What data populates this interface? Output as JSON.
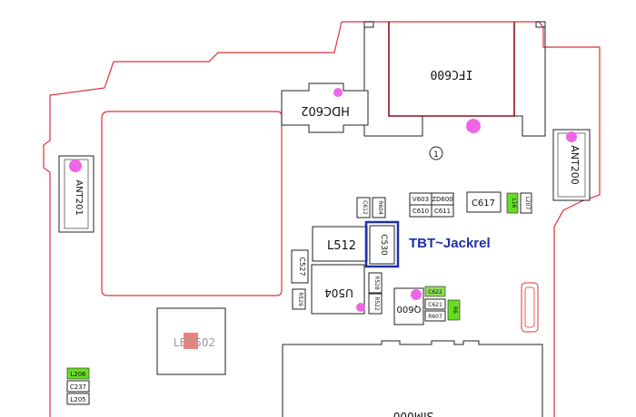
{
  "board": {
    "outline_color": "#e0303a",
    "component_outline_color": "#222222",
    "highlight_box_color": "#1f2fa8",
    "marker_color": "#ee66e6",
    "green_pad_color": "#66dd22",
    "led_pad_color": "#f08080"
  },
  "labels": {
    "ifc600": "IFC600",
    "hdc602": "HDC602",
    "ant200": "ANT200",
    "ant201": "ANT201",
    "l512": "L512",
    "c530": "C530",
    "c527": "C527",
    "u504": "U504",
    "c617": "C617",
    "l207": "L207",
    "l16": "L16",
    "c612": "C612",
    "r604": "R604",
    "v603": "V603",
    "zd600": "ZD600",
    "c610": "C610",
    "c611": "C611",
    "r528": "R528",
    "r522": "R522",
    "r529": "R529",
    "q600": "Q600",
    "c622": "C622",
    "c621": "C621",
    "r607": "R607",
    "r6": "R6",
    "led502": "LED502",
    "l206": "L206",
    "c237": "C237",
    "l205": "L205",
    "sim": "SIM000"
  },
  "watermark": "TBT~Jackrel"
}
